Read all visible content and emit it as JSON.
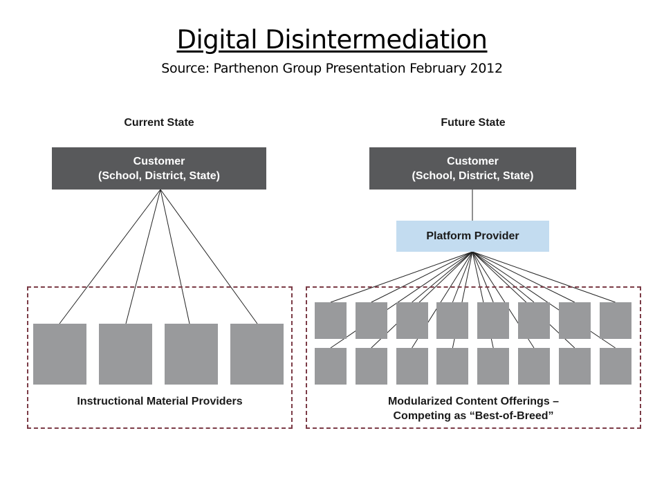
{
  "title": "Digital Disintermediation",
  "subtitle": "Source: Parthenon Group Presentation February 2012",
  "current_state": {
    "heading": "Current State",
    "customer_line1": "Customer",
    "customer_line2": "(School, District, State)",
    "providers_label": "Instructional Material Providers",
    "provider_count": 4
  },
  "future_state": {
    "heading": "Future State",
    "customer_line1": "Customer",
    "customer_line2": "(School, District, State)",
    "platform_label": "Platform Provider",
    "offerings_line1": "Modularized Content Offerings –",
    "offerings_line2": "Competing as “Best-of-Breed”",
    "modules_per_row": 8,
    "module_rows": 2
  },
  "colors": {
    "customer_box": "#58595b",
    "platform_box": "#c3dcf0",
    "provider_box": "#999a9c",
    "dashed_border": "#7b3b46",
    "connector": "#222222"
  }
}
